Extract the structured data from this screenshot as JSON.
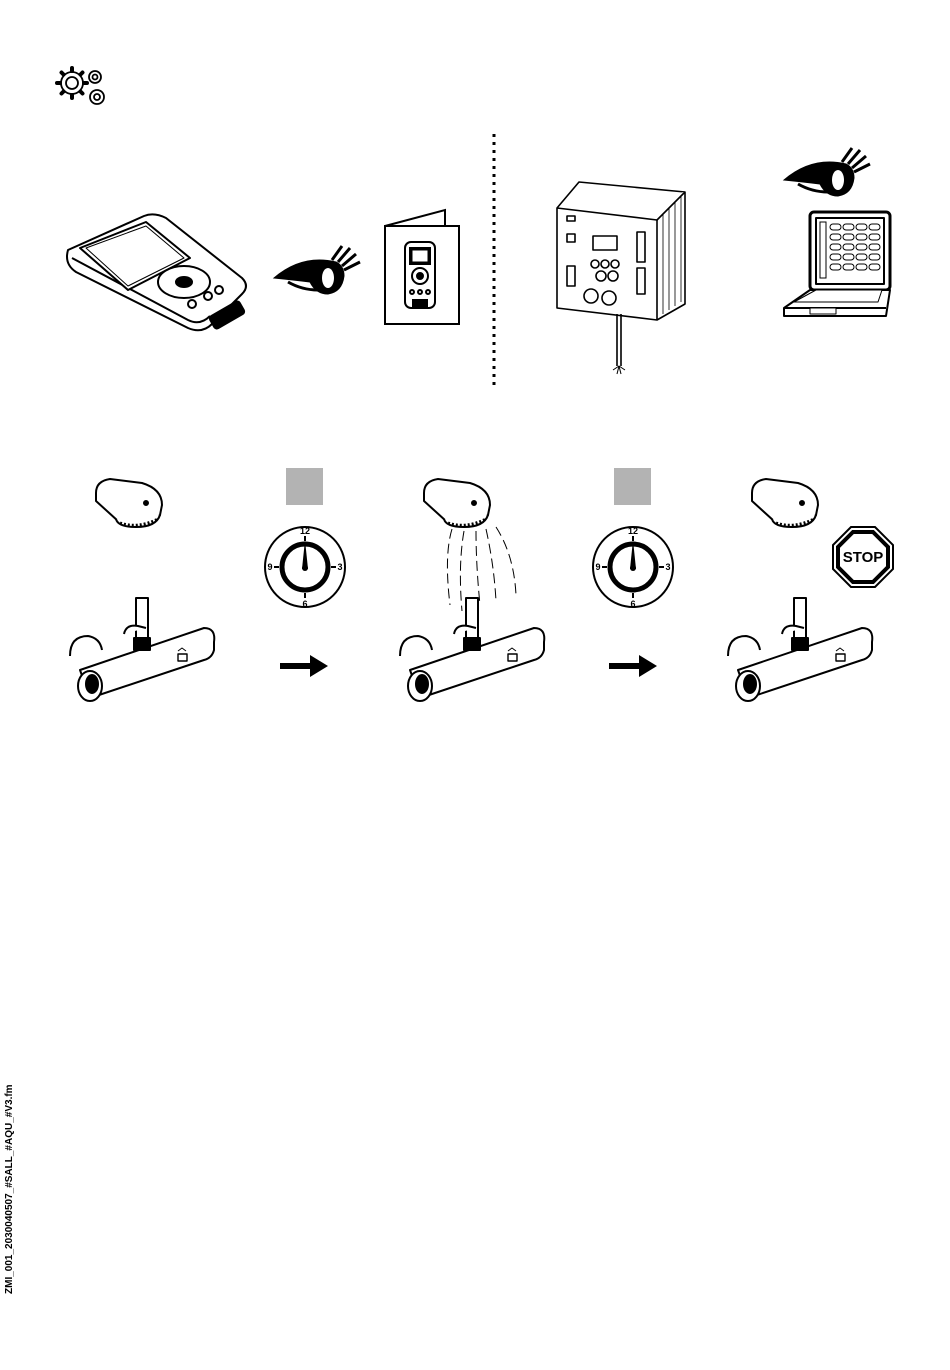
{
  "page": {
    "icon": "gears-icon",
    "side_code": "ZMI_001_2030040507_#SALL_#AQU_#V3.fm"
  },
  "clock": {
    "n12": "12",
    "n3": "3",
    "n6": "6",
    "n9": "9"
  },
  "stop_sign": {
    "label": "STOP"
  },
  "colors": {
    "ink": "#000000",
    "gray_box": "#b3b3b3"
  }
}
